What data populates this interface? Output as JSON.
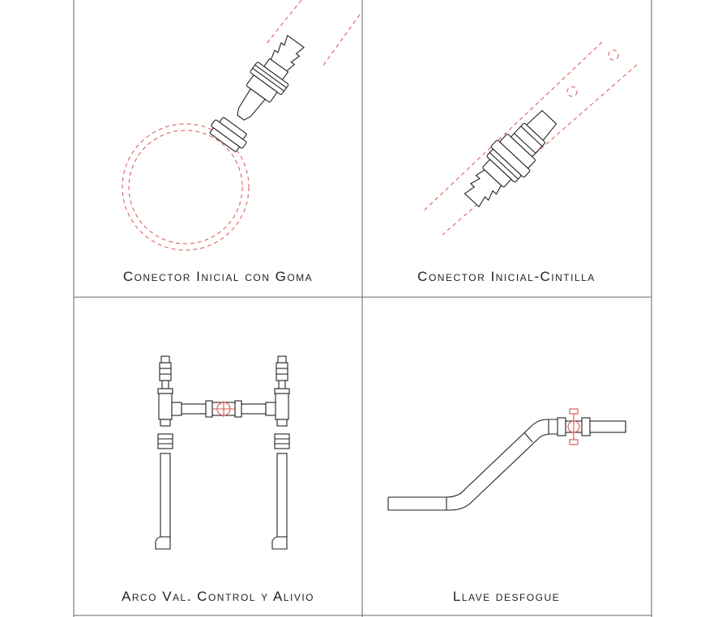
{
  "drawing": {
    "panels": [
      {
        "caption": "Conector Inicial con Goma"
      },
      {
        "caption": "Conector Inicial-Cintilla"
      },
      {
        "caption": "Arco Val. Control y Alivio"
      },
      {
        "caption": "Llave desfogue"
      }
    ],
    "colors": {
      "line": "#222222",
      "hidden_line": "#d9534f",
      "frame": "#555555",
      "background": "#ffffff"
    }
  }
}
